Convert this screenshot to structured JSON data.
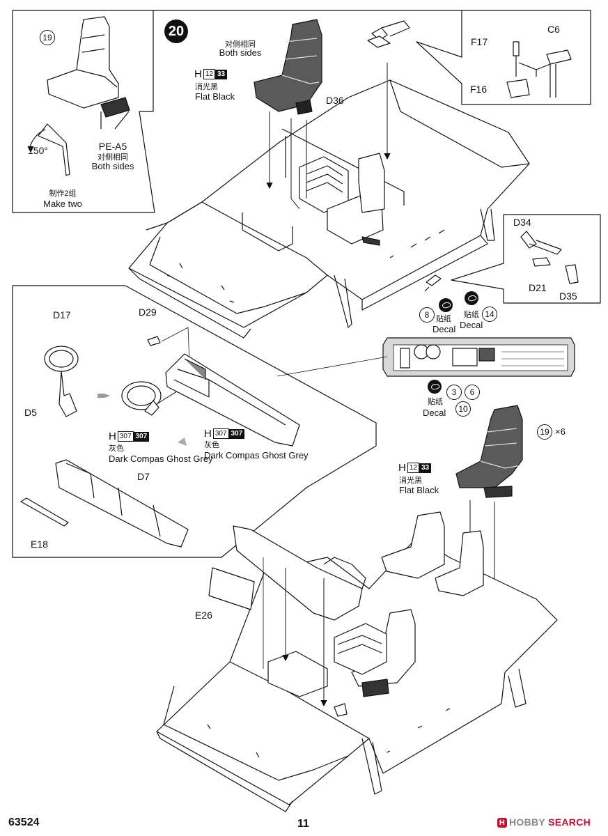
{
  "step": {
    "number": "20"
  },
  "labels": {
    "both_sides_cn": "对侧相同",
    "both_sides_en": "Both sides",
    "flat_black_cn": "消光黑",
    "flat_black_en": "Flat Black",
    "make_two_cn": "制作2组",
    "make_two_en": "Make two",
    "angle": "150°",
    "decal_cn": "贴纸",
    "decal_en": "Decal",
    "grey_cn": "灰色",
    "grey_en": "Dark Compas Ghost Grey",
    "times_six": "×6"
  },
  "paints": {
    "flat_black": {
      "letter": "H",
      "code": "12",
      "code2": "33"
    },
    "grey": {
      "letter": "H",
      "code": "307",
      "code2": "307"
    }
  },
  "parts": {
    "p19": "19",
    "pe_a5": "PE-A5",
    "d36": "D36",
    "f17": "F17",
    "f16": "F16",
    "c6": "C6",
    "d34": "D34",
    "d21": "D21",
    "d35": "D35",
    "d17": "D17",
    "d29": "D29",
    "d5": "D5",
    "d7": "D7",
    "e18": "E18",
    "e26": "E26"
  },
  "decals": {
    "n8": "8",
    "n14": "14",
    "n3": "3",
    "n6": "6",
    "n10": "10"
  },
  "footer": {
    "catalog": "63524",
    "page": "11"
  },
  "watermark": {
    "brand_a": "HOBBY",
    "brand_b": "SEARCH"
  },
  "colors": {
    "line": "#111111",
    "panel": "#d8d8d8",
    "seat_dark": "#5a5a5a",
    "brand_red": "#c8102e"
  }
}
